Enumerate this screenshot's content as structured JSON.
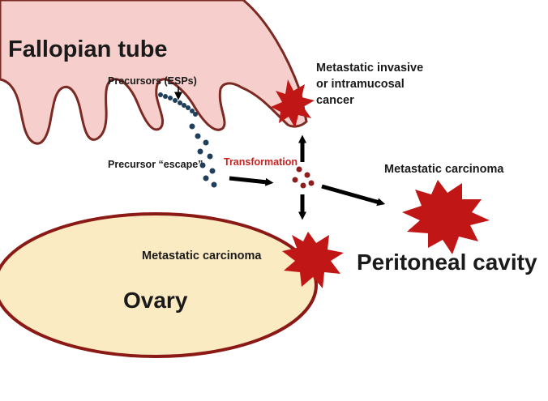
{
  "labels": {
    "fallopian_tube": "Fallopian tube",
    "precursors": "Precursors (ESPs)",
    "precursor_escape": "Precursor “escape”",
    "transformation": "Transformation",
    "metastatic_invasive_line1": "Metastatic invasive",
    "metastatic_invasive_line2": "or intramucosal",
    "metastatic_invasive_line3": "cancer",
    "metastatic_carcinoma_right": "Metastatic carcinoma",
    "metastatic_carcinoma_ovary": "Metastatic carcinoma",
    "peritoneal_cavity": "Peritoneal cavity",
    "ovary": "Ovary"
  },
  "colors": {
    "tube_fill": "#f6cfcc",
    "tube_stroke": "#7a2a22",
    "ovary_fill": "#fbebc2",
    "ovary_stroke": "#8b1a16",
    "tumor": "#c11616",
    "precursor_cell": "#1f3f5c",
    "transformed_cell": "#8e1d1d",
    "arrow": "#000000",
    "highlight_text": "#c8221f"
  }
}
